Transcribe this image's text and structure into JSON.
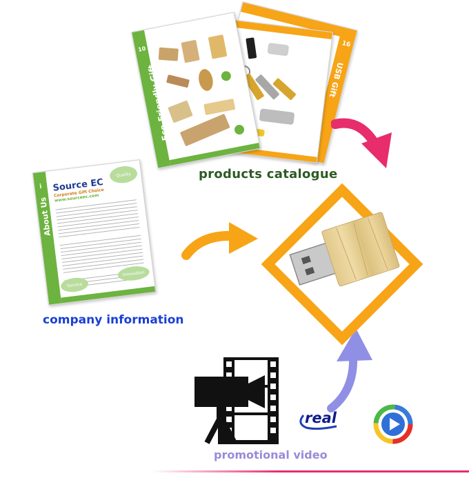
{
  "labels": {
    "products_catalogue": "products catalogue",
    "company_information": "company information",
    "promotional_video": "promotional video"
  },
  "catalog_pages": {
    "eco": {
      "number": "10",
      "title": "Eco-Friendly Gift"
    },
    "usb": {
      "number": "16",
      "title": "USB Gift"
    }
  },
  "company_page": {
    "number": "i",
    "title": "About Us",
    "company_name": "Source EC",
    "tagline": "Corporate Gift Choice",
    "website": "www.sourceec.com",
    "bubble_top": "Quality",
    "bubble_bottom_left": "Service",
    "bubble_bottom_right": "Innovation"
  },
  "logos": {
    "real": "real"
  },
  "icons": {
    "center": "usb-flash-drive-icon",
    "video": "film-camera-icon",
    "player": "media-player-icon"
  },
  "colors": {
    "orange": "#f7a416",
    "magenta": "#e72d6b",
    "lavender": "#8f8fe6",
    "green": "#6cb33f",
    "catalog_label": "#2d5a23",
    "company_label": "#1a3fd6",
    "video_label": "#9a8ad8"
  }
}
